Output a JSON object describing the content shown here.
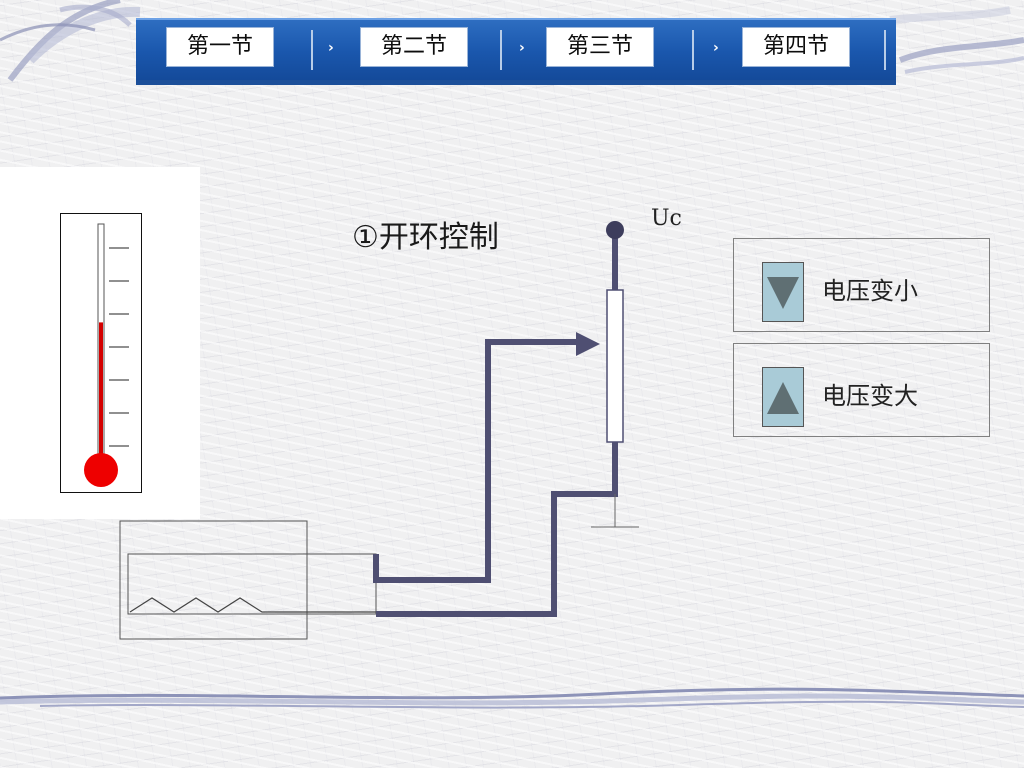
{
  "nav": {
    "tabs": [
      {
        "label": "第一节"
      },
      {
        "label": "第二节"
      },
      {
        "label": "第三节"
      },
      {
        "label": "第四节"
      }
    ],
    "arrow_glyph": "›"
  },
  "slide": {
    "title": "①开环控制",
    "voltage_label": "Uc"
  },
  "controls": {
    "decrease_label": "电压变小",
    "increase_label": "电压变大"
  },
  "thermometer": {
    "fill_fraction": 0.59,
    "tick_count": 7,
    "color": "#d40000"
  },
  "colors": {
    "nav_blue": "#1a57ad",
    "wire": "#4f4f72",
    "button_icon": "#a9cbd7"
  }
}
